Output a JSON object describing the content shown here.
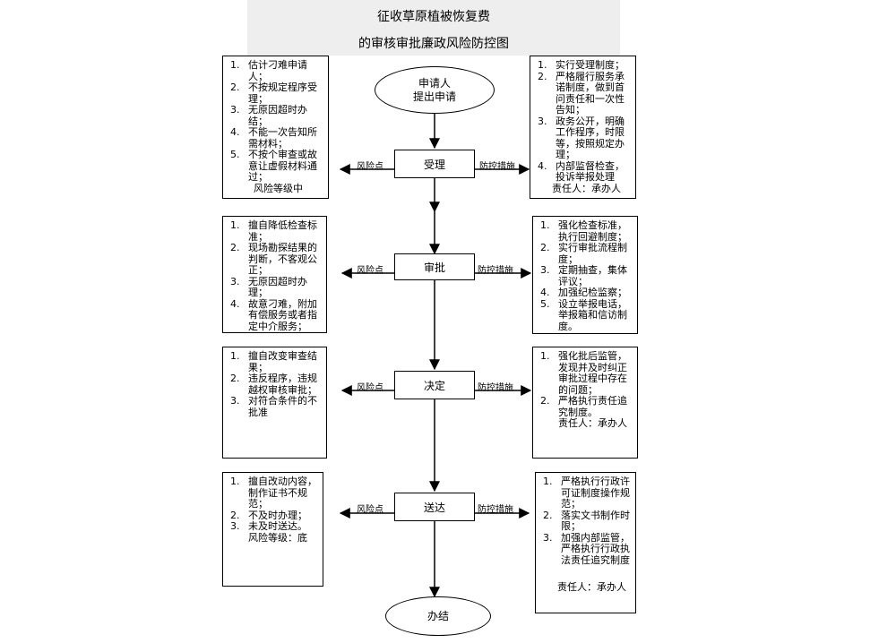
{
  "title": {
    "line1": "征收草原植被恢复费",
    "line2": "的审核审批廉政风险防控图"
  },
  "start": {
    "line1": "申请人",
    "line2": "提出申请"
  },
  "end": "办结",
  "risk_label": "风险点",
  "control_label": "防控措施",
  "stages": [
    {
      "name": "受理",
      "risks": [
        "估计刁难申请人；",
        "不按规定程序受理；",
        "无原因超时办结；",
        "不能一次告知所需材料；",
        "不按个审查或故意让虚假材料通过；"
      ],
      "risk_footer": "风险等级中",
      "controls": [
        "实行受理制度；",
        "严格履行服务承诺制度，做到首问责任和一次性告知；",
        "政务公开，明确工作程序，时限等，按照规定办理；",
        "内部监督检查，投诉举报处理"
      ],
      "control_footer": "责任人：承办人"
    },
    {
      "name": "审批",
      "risks": [
        "擅自降低检查标准；",
        "现场勘探结果的判断，不客观公正；",
        "无原因超时办理；",
        "故意刁难，附加有偿服务或者指定中介服务；"
      ],
      "risk_footer": "",
      "controls": [
        "强化检查标准，执行回避制度；",
        "实行审批流程制度；",
        "定期抽查，集体评议；",
        "加强纪检监察；",
        "设立举报电话，举报箱和信访制度。"
      ],
      "control_footer": ""
    },
    {
      "name": "决定",
      "risks": [
        "擅自改变审查结果；",
        "违反程序，违规越权审核审批；",
        "对符合条件的不批准"
      ],
      "risk_footer": "",
      "controls": [
        "强化批后监管，发现并及时纠正审批过程中存在的问题；",
        "严格执行责任追究制度。"
      ],
      "control_footer": "责任人：承办人"
    },
    {
      "name": "送达",
      "risks": [
        "擅自改动内容，制作证书不规范；",
        "不及时办理；",
        "未及时送达。"
      ],
      "risk_footer": "风险等级：底",
      "controls": [
        "严格执行行政许可证制度操作规范；",
        "落实文书制作时限；",
        "加强内部监管，严格执行行政执法责任追究制度"
      ],
      "control_footer": "责任人：承办人"
    }
  ]
}
